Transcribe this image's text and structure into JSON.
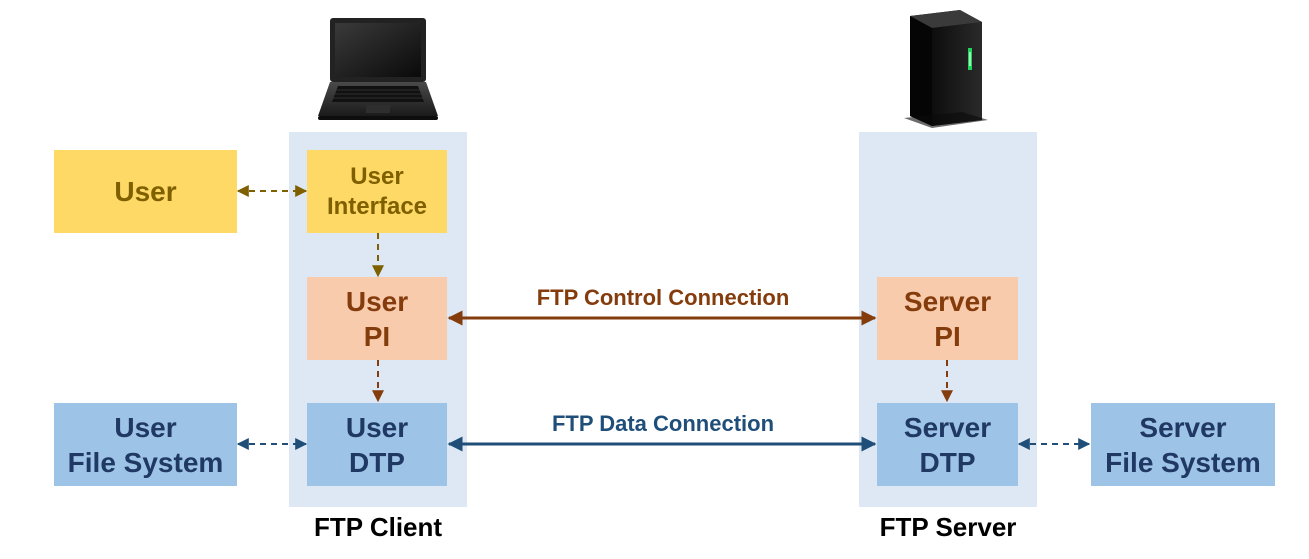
{
  "client": {
    "caption": "FTP Client",
    "user_interface": "User\nInterface",
    "user_pi": "User\nPI",
    "user_dtp": "User\nDTP"
  },
  "server": {
    "caption": "FTP Server",
    "server_pi": "Server\nPI",
    "server_dtp": "Server\nDTP"
  },
  "external": {
    "user": "User",
    "user_file_system": "User\nFile System",
    "server_file_system": "Server\nFile System"
  },
  "connections": {
    "control": "FTP Control Connection",
    "data": "FTP Data Connection"
  },
  "colors": {
    "panel": "#dde8f4",
    "yellow": "#ffd966",
    "peach": "#f8cbad",
    "blue": "#9dc3e6",
    "control_line": "#843c0c",
    "data_line": "#1f4e79",
    "user_link": "#7f6000"
  },
  "icons": {
    "client": "laptop-icon",
    "server": "server-tower-icon"
  }
}
